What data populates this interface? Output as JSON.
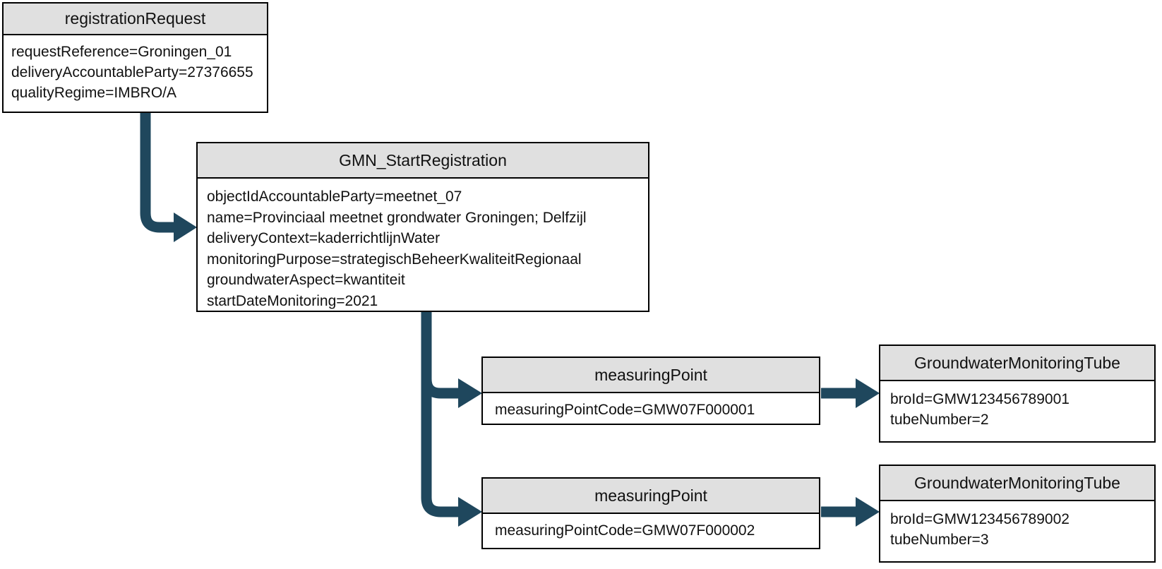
{
  "diagram": {
    "type": "object-tree-diagram",
    "colors": {
      "arrow": "#1F475D",
      "box_title_bg": "#E0E0E0",
      "box_border": "#000000",
      "box_body_bg": "#FFFFFF",
      "text": "#111111"
    },
    "nodes": [
      {
        "title": "registrationRequest",
        "attributes": [
          "requestReference=Groningen_01",
          "deliveryAccountableParty=27376655",
          "qualityRegime=IMBRO/A"
        ]
      },
      {
        "title": "GMN_StartRegistration",
        "attributes": [
          "objectIdAccountableParty=meetnet_07",
          "name=Provinciaal meetnet grondwater Groningen; Delfzijl",
          "deliveryContext=kaderrichtlijnWater",
          "monitoringPurpose=strategischBeheerKwaliteitRegionaal",
          "groundwaterAspect=kwantiteit",
          "startDateMonitoring=2021"
        ]
      },
      {
        "title": "measuringPoint",
        "attributes": [
          "measuringPointCode=GMW07F000001"
        ]
      },
      {
        "title": "GroundwaterMonitoringTube",
        "attributes": [
          "broId=GMW123456789001",
          "tubeNumber=2"
        ]
      },
      {
        "title": "measuringPoint",
        "attributes": [
          "measuringPointCode=GMW07F000002"
        ]
      },
      {
        "title": "GroundwaterMonitoringTube",
        "attributes": [
          "broId=GMW123456789002",
          "tubeNumber=3"
        ]
      }
    ],
    "edges": [
      "registrationRequest -> GMN_StartRegistration",
      "GMN_StartRegistration -> measuringPoint (GMW07F000001)",
      "GMN_StartRegistration -> measuringPoint (GMW07F000002)",
      "measuringPoint (GMW07F000001) -> GroundwaterMonitoringTube (tube 2)",
      "measuringPoint (GMW07F000002) -> GroundwaterMonitoringTube (tube 3)"
    ]
  }
}
